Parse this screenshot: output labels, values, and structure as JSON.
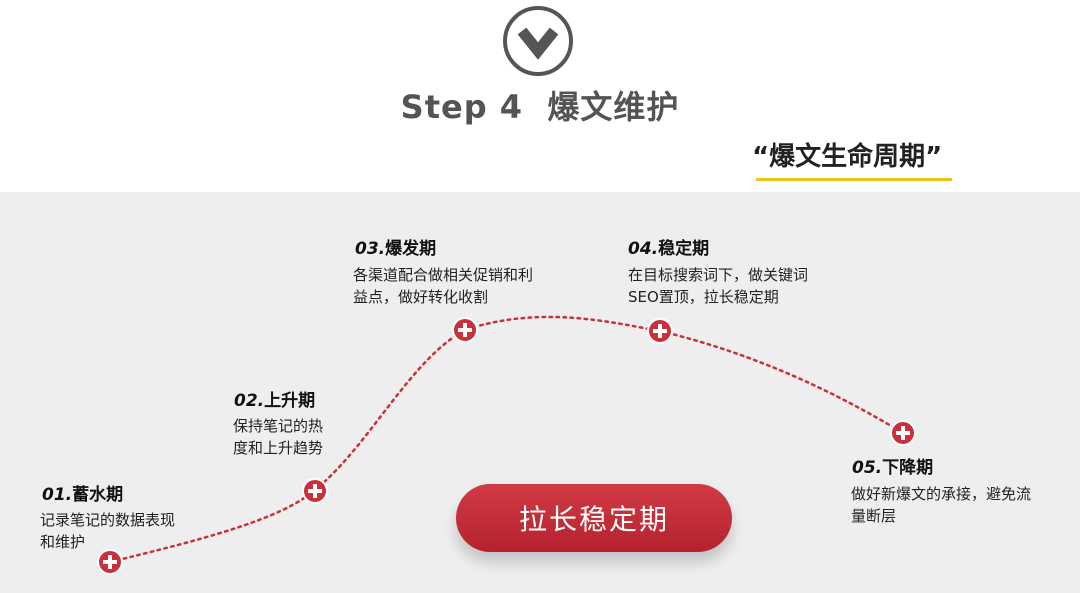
{
  "header": {
    "icon": "chevron-down-circle-icon",
    "step_label": "Step 4",
    "step_name": "爆文维护",
    "lifecycle_title": "“爆文生命周期”"
  },
  "colors": {
    "accent_red": "#c8303a",
    "underline_yellow": "#f2c21a",
    "panel_bg": "#eeeeee"
  },
  "phases": [
    {
      "num": "01.",
      "name": "蓄水期",
      "desc_lines": [
        "记录笔记的数据表现",
        "和维护"
      ]
    },
    {
      "num": "02.",
      "name": "上升期",
      "desc_lines": [
        "保持笔记的热",
        "度和上升趋势"
      ]
    },
    {
      "num": "03.",
      "name": "爆发期",
      "desc_lines": [
        "各渠道配合做相关促销和利",
        "益点，做好转化收割"
      ]
    },
    {
      "num": "04.",
      "name": "稳定期",
      "desc_lines": [
        "在目标搜索词下，做关键词",
        "SEO置顶，拉长稳定期"
      ]
    },
    {
      "num": "05.",
      "name": "下降期",
      "desc_lines": [
        "做好新爆文的承接，避免流",
        "量断层"
      ]
    }
  ],
  "cta": {
    "label": "拉长稳定期"
  }
}
